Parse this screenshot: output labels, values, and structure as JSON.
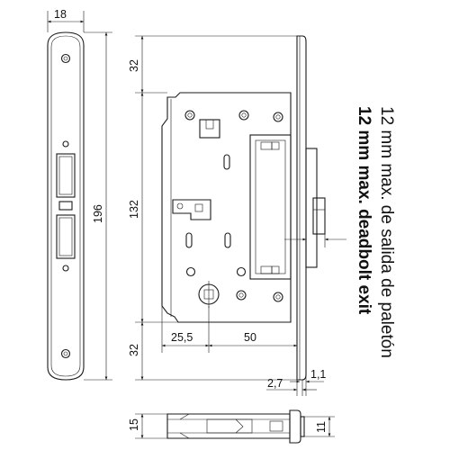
{
  "dimensions": {
    "faceplate_width": "18",
    "faceplate_length": "196",
    "top_offset": "32",
    "case_height": "132",
    "bottom_offset": "32",
    "backset": "25,5",
    "spindle_to_cylinder": "50",
    "faceplate_thickness": "2,7",
    "bolt_gap": "1,1",
    "body_thickness": "15",
    "bolt_height": "11"
  },
  "notes": {
    "spanish": "12 mm max. de salida de paletón",
    "english": "12 mm max. deadbolt exit"
  }
}
